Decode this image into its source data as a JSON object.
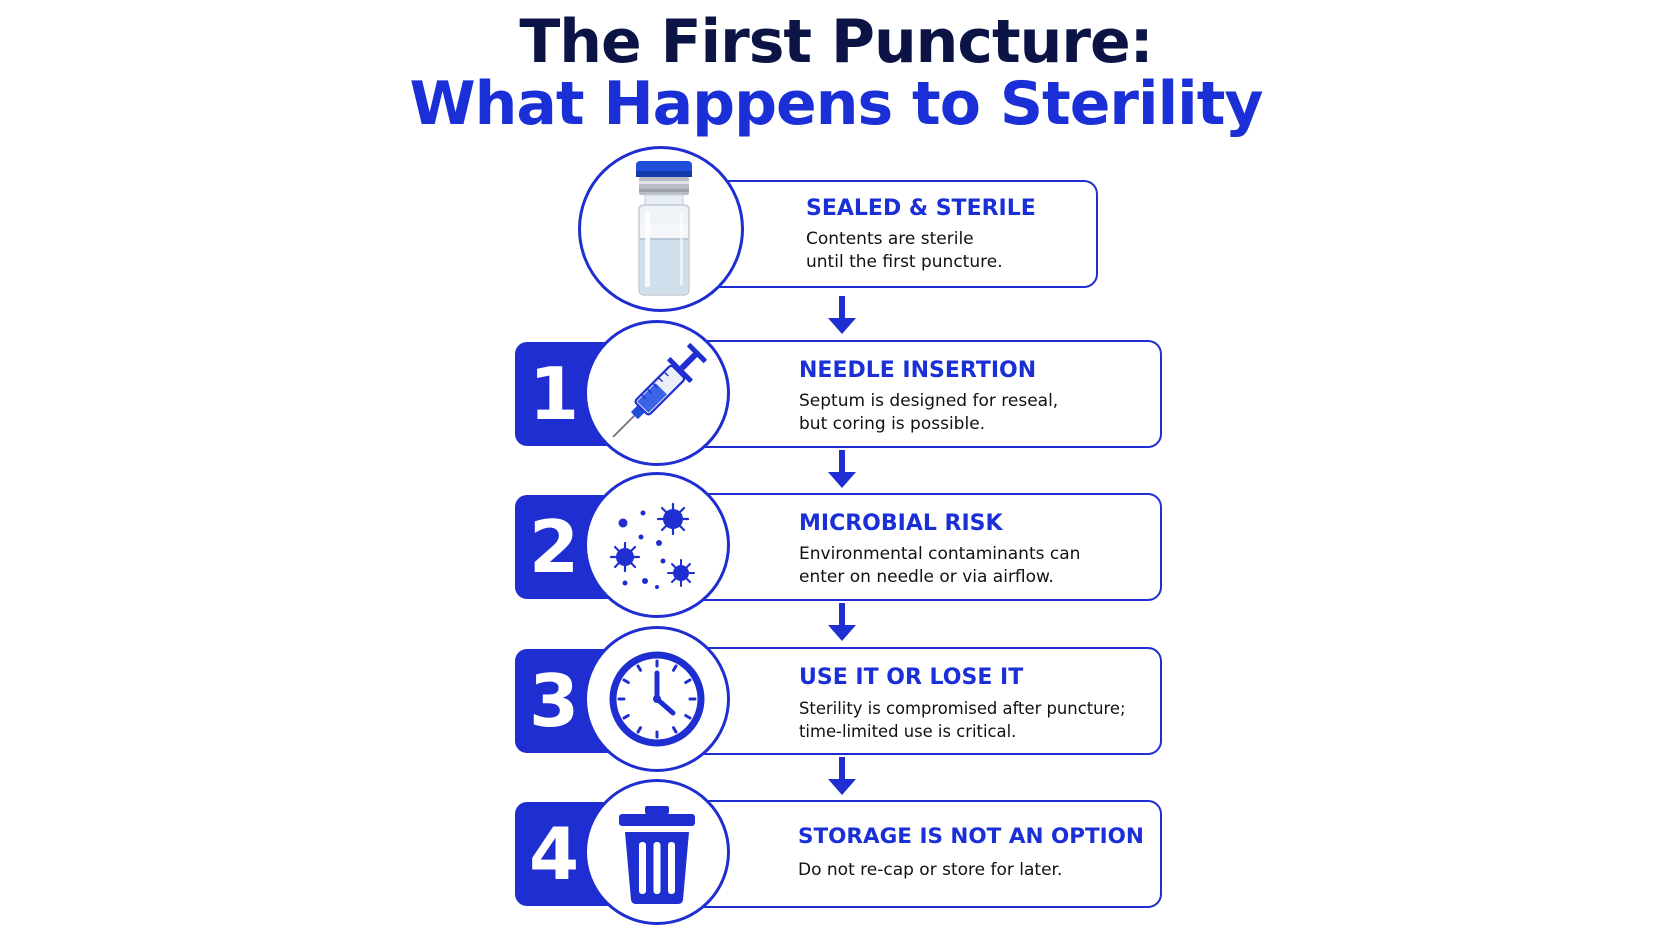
{
  "title": {
    "line1": "The First Puncture:",
    "line2": "What Happens to Sterility"
  },
  "colors": {
    "accent": "#1f2ed0",
    "title_dark": "#0c1446",
    "heading_blue": "#1a2fd6"
  },
  "steps": [
    {
      "number": "",
      "heading": "SEALED & STERILE",
      "desc_lines": [
        "Contents are sterile",
        "until the first puncture."
      ],
      "icon": "vial-icon"
    },
    {
      "number": "1",
      "heading": "NEEDLE INSERTION",
      "desc_lines": [
        "Septum is designed for reseal,",
        "but coring is possible."
      ],
      "icon": "syringe-icon"
    },
    {
      "number": "2",
      "heading": "MICROBIAL RISK",
      "desc_lines": [
        "Environmental contaminants can",
        "enter on needle or via airflow."
      ],
      "icon": "microbe-icon"
    },
    {
      "number": "3",
      "heading": "USE IT OR LOSE IT",
      "desc_lines": [
        "Sterility is compromised after puncture;",
        "time-limited use is critical."
      ],
      "icon": "clock-icon"
    },
    {
      "number": "4",
      "heading": "STORAGE IS NOT AN OPTION",
      "desc_lines": [
        "Do not re-cap or store for later."
      ],
      "icon": "trash-can-icon"
    }
  ]
}
